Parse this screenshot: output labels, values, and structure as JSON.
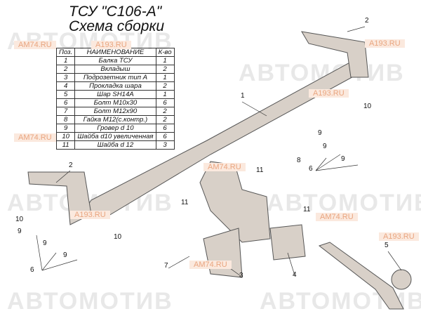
{
  "title": {
    "line1": "ТСУ \"С106-А\"",
    "line2": "Схема сборки"
  },
  "watermarks": {
    "site1": "AM74.RU",
    "site2": "A193.RU",
    "brand": "АВТОМОТИВ"
  },
  "table": {
    "headers": [
      "Поз.",
      "НАИМЕНОВАНИЕ",
      "К-во"
    ],
    "rows": [
      [
        "1",
        "Балка ТСУ",
        "1"
      ],
      [
        "2",
        "Вкладыш",
        "2"
      ],
      [
        "3",
        "Подрозетник тип А",
        "1"
      ],
      [
        "4",
        "Прокладка шара",
        "2"
      ],
      [
        "5",
        "Шар SH14A",
        "1"
      ],
      [
        "6",
        "Болт М10х30",
        "6"
      ],
      [
        "7",
        "Болт М12х90",
        "2"
      ],
      [
        "8",
        "Гайка М12(с.контр.)",
        "2"
      ],
      [
        "9",
        "Гровер d 10",
        "6"
      ],
      [
        "10",
        "Шайба d10 увеличенная",
        "6"
      ],
      [
        "11",
        "Шайба d 12",
        "3"
      ]
    ]
  },
  "callouts": [
    "1",
    "2",
    "2",
    "10",
    "9",
    "9",
    "6",
    "9",
    "8",
    "11",
    "11",
    "11",
    "10",
    "9",
    "9",
    "9",
    "10",
    "6",
    "7",
    "3",
    "4",
    "5"
  ]
}
